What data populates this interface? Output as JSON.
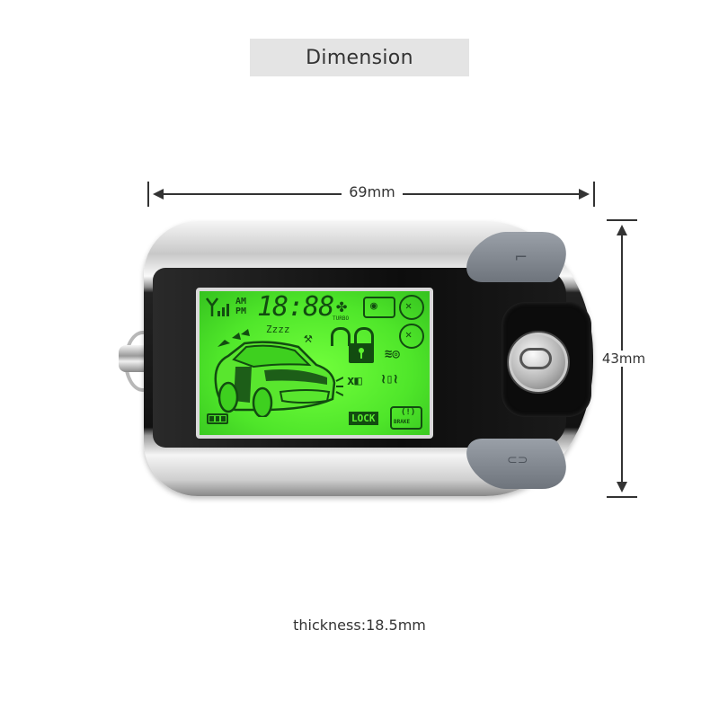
{
  "header": {
    "title": "Dimension"
  },
  "dimensions": {
    "width_label": "69mm",
    "height_label": "43mm",
    "thickness_label": "thickness:18.5mm"
  },
  "device": {
    "type": "two-way car alarm LCD remote key fob",
    "lcd": {
      "time": "18:88",
      "am": "AM",
      "pm": "PM",
      "turbo": "TURBO",
      "sleep": "Zzzz",
      "lock": "LOCK",
      "brake": "BRAKE",
      "backlight_color": "#5cf02f",
      "icons": [
        "antenna-signal-icon",
        "fan-turbo-icon",
        "eye-icon",
        "no-trunk-icon",
        "no-hammer-icon",
        "siren-icon",
        "padlock-icon",
        "horn-mute-icon",
        "remote-vibrate-icon",
        "car-icon",
        "battery-icon",
        "brake-icon"
      ]
    },
    "buttons": {
      "top_glyph": "⌐",
      "bottom_glyph": "⊂⊃",
      "center_glyph": "⊂⊃"
    }
  },
  "colors": {
    "background": "#ffffff",
    "title_bg": "#e4e4e4",
    "text": "#333333"
  }
}
